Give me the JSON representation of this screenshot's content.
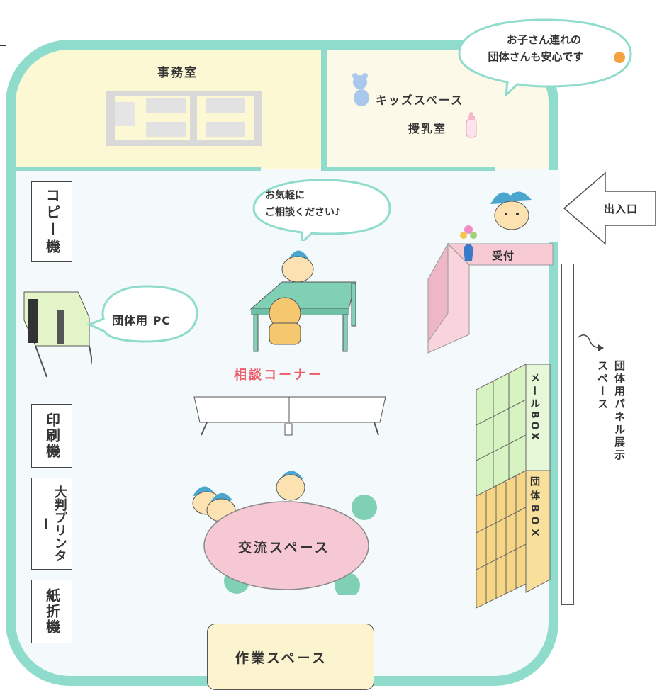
{
  "rooms": {
    "office": "事務室",
    "kids_space": "キッズスペース",
    "nursing_room": "授乳室",
    "consultation": "相談コーナー",
    "exchange_space": "交流スペース",
    "work_space": "作業スペース",
    "reception": "受付",
    "entrance": "出入口"
  },
  "equipment": {
    "copier": "コピー機",
    "group_pc": "団体用 PC",
    "printer": "印刷機",
    "large_printer": "大判プリンター",
    "folding_machine": "紙折機"
  },
  "boxes": {
    "mail_box": "メールBOX",
    "group_box": "団体BOX"
  },
  "panel_space": "団体用パネル展示スペース",
  "bubbles": {
    "kids_line1": "お子さん連れの",
    "kids_line2": "団体さんも安心です",
    "consult_line1": "お気軽に",
    "consult_line2": "ご相談ください♪"
  },
  "colors": {
    "teal": "#8fdccc",
    "office_bg": "#fcf8d4",
    "kids_bg": "#fcf9e8",
    "floor_bg": "#f4fafb",
    "reception_pink": "#f7c9d3",
    "table_green": "#7fd0b4",
    "exchange_pink": "#f6c8d4",
    "work_yellow": "#fcf4cf",
    "consult_red": "#ee5b6b",
    "mail_green": "#d8f3c2",
    "group_orange": "#f6d585"
  },
  "icons": [
    "bear-icon",
    "baby-bottle-icon",
    "smiley-icon",
    "flower-vase-icon",
    "mascot-icon",
    "curved-arrow-icon",
    "entrance-arrow-icon",
    "office-desk-icon"
  ]
}
